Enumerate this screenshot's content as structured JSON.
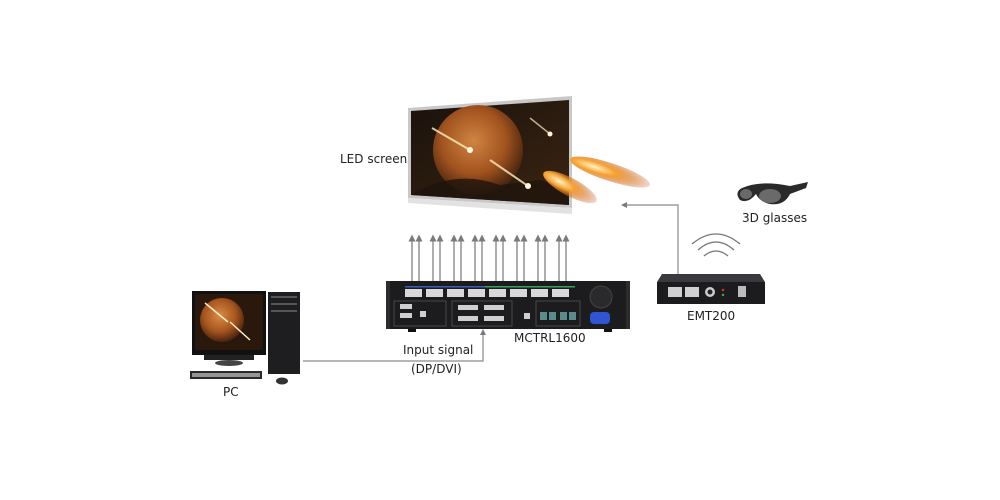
{
  "diagram": {
    "nodes": {
      "led_screen": {
        "label": "LED screen"
      },
      "glasses": {
        "label": "3D glasses"
      },
      "controller": {
        "label": "MCTRL1600"
      },
      "emitter": {
        "label": "EMT200"
      },
      "pc": {
        "label": "PC"
      }
    },
    "edges": {
      "input_signal": {
        "label_line1": "Input signal",
        "label_line2": "(DP/DVI)"
      }
    },
    "output_arrow_count": 16
  },
  "colors": {
    "device_body": "#1e1e20",
    "arrow_gray": "#8a8a8a",
    "line_gray": "#888888",
    "planet_orange": "#c06a2a",
    "port_blue_stripe": "#3a5fb8",
    "port_green_stripe": "#3aa060",
    "power_socket_blue": "#2f55d4"
  }
}
